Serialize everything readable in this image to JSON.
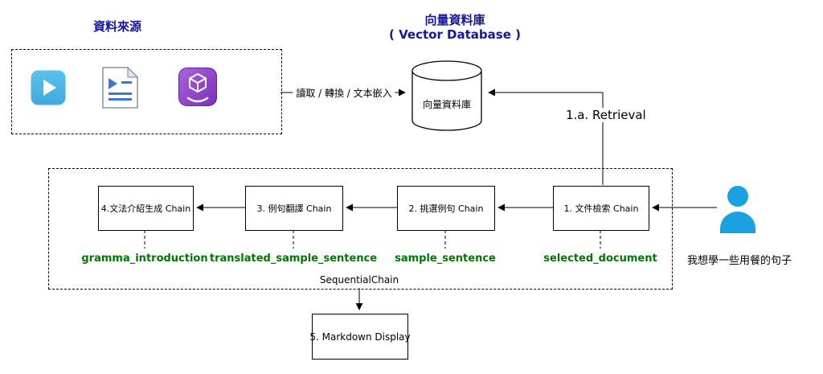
{
  "sources": {
    "title": "資料來源",
    "icons": [
      {
        "name": "video-icon"
      },
      {
        "name": "document-icon"
      },
      {
        "name": "package-icon"
      }
    ]
  },
  "vector_db": {
    "title": "向量資料庫",
    "subtitle": "( Vector Database )",
    "cylinder_label": "向量資料庫"
  },
  "labels": {
    "ingest": "讀取 / 轉換 / 文本嵌入",
    "retrieval": "1.a. Retrieval",
    "sequential_chain": "SequentialChain"
  },
  "chain": {
    "nodes": [
      {
        "label": "4.文法介紹生成 Chain",
        "output": "gramma_introduction"
      },
      {
        "label": "3. 例句翻譯 Chain",
        "output": "translated_sample_sentence"
      },
      {
        "label": "2. 挑選例句 Chain",
        "output": "sample_sentence"
      },
      {
        "label": "1. 文件檢索 Chain",
        "output": "selected_document"
      }
    ]
  },
  "user_query": "我想學一些用餐的句子",
  "markdown_display": "5. Markdown Display",
  "colors": {
    "heading_blue": "#16169A",
    "output_green": "#007700",
    "person_blue": "#1BA1E2",
    "video_blue": "#4FB5E8",
    "doc_blue": "#3C78D8",
    "package_purple": "#8A3FC6"
  }
}
